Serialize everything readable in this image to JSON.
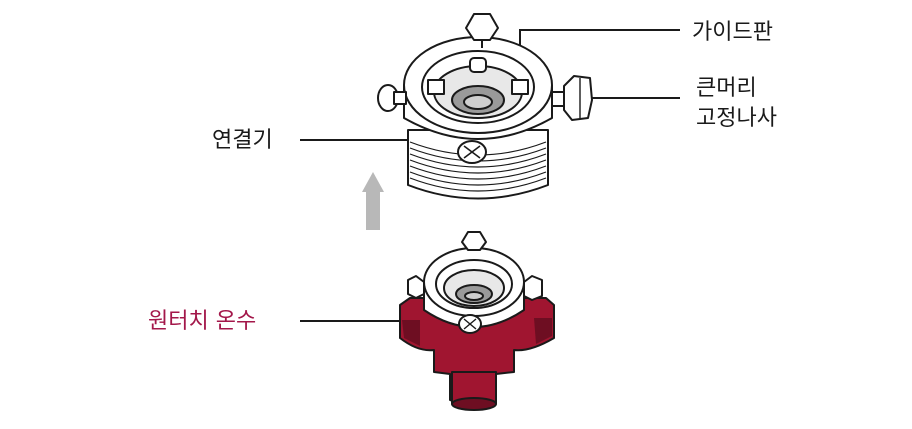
{
  "labels": {
    "guide_plate": "가이드판",
    "screw_line1": "큰머리",
    "screw_line2": "고정나사",
    "connector": "연결기",
    "one_touch": "원터치 온수"
  },
  "colors": {
    "accent": "#a3174a",
    "part_red": "#a01530",
    "part_red_dark": "#6e0e22",
    "arrow_gray": "#b8b8b8",
    "line": "#1a1a1a"
  }
}
